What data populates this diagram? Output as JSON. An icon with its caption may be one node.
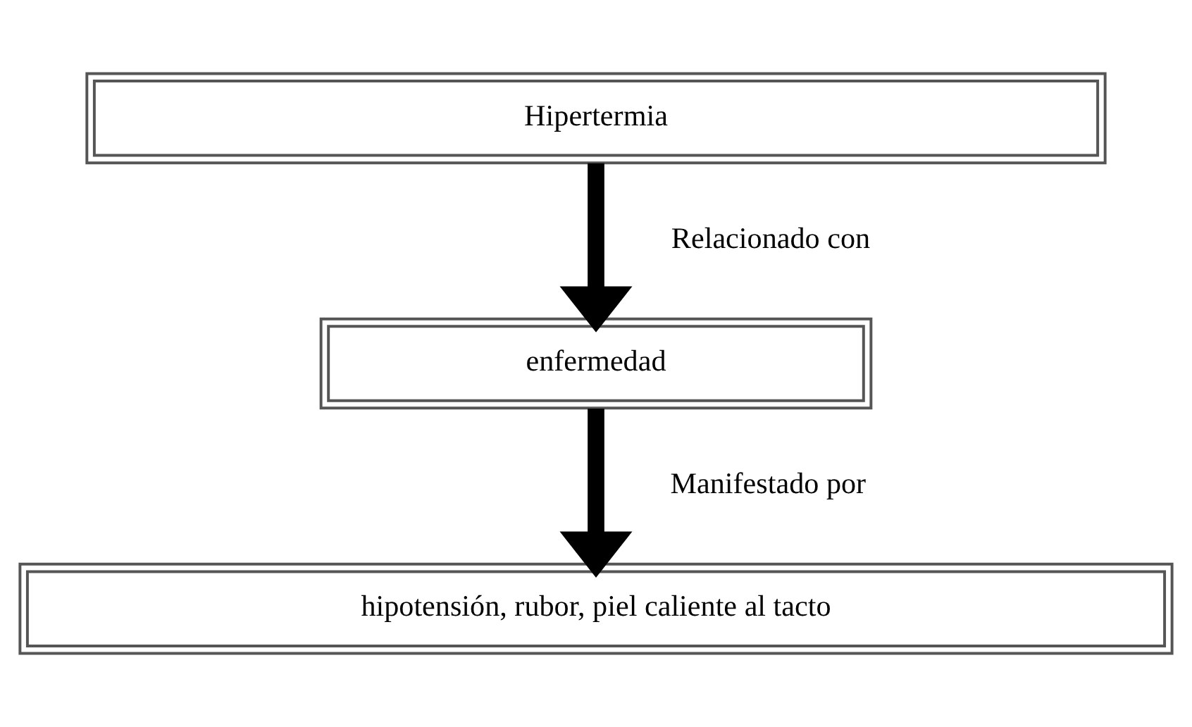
{
  "diagram": {
    "nodes": [
      {
        "text": [
          "Hipertermia"
        ]
      },
      {
        "text": [
          "enfermedad"
        ]
      },
      {
        "text": [
          "hipotensión, rubor, piel caliente al tacto"
        ]
      }
    ],
    "edges": [
      {
        "from": 0,
        "to": 1,
        "arrow": "to",
        "label": "Relacionado con"
      },
      {
        "from": 1,
        "to": 2,
        "arrow": "to",
        "label": "Manifestado por"
      }
    ]
  }
}
